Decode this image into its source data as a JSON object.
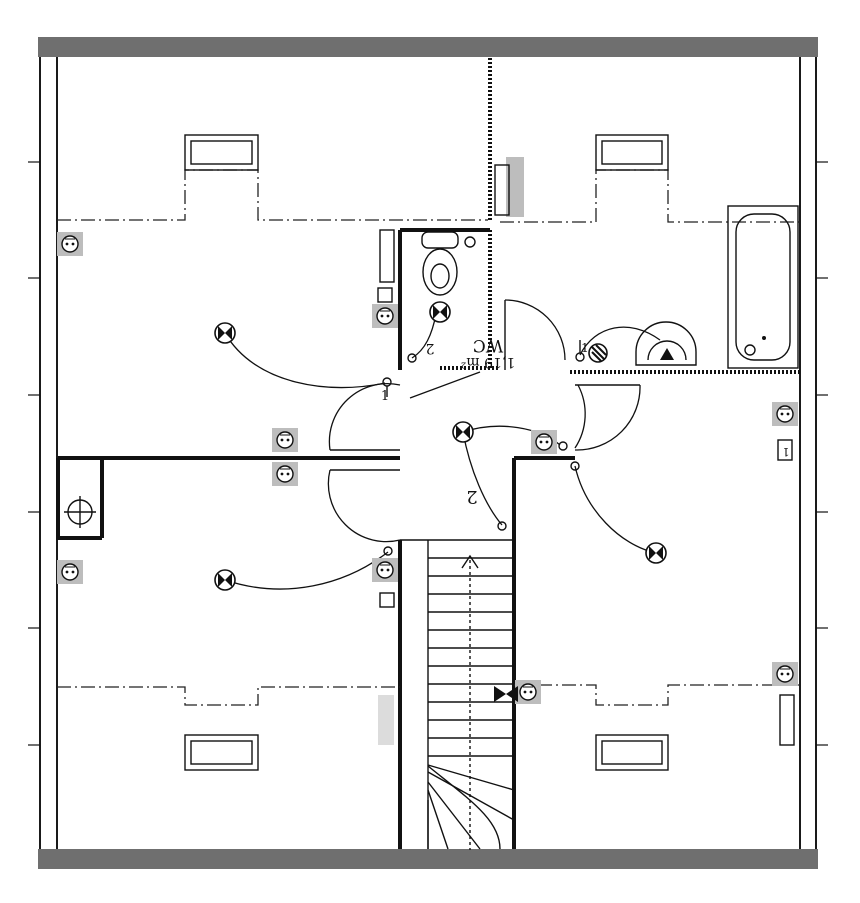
{
  "rooms": [
    {
      "id": "wc",
      "name": "WC",
      "area": "1,19 m²"
    }
  ],
  "circuit_labels": [
    "1",
    "2",
    "2",
    "1",
    "1"
  ],
  "colors": {
    "wall": "#111111",
    "roof_band": "#6f6f6f",
    "socket_shade": "#bdbdbd"
  },
  "icons": {
    "light_point": "ceiling-light-icon",
    "socket": "power-outlet-icon",
    "switch": "light-switch-icon",
    "radiator": "radiator-icon",
    "toilet": "toilet-icon",
    "bathtub": "bathtub-icon",
    "sink": "washbasin-icon",
    "window": "roof-window-icon",
    "stairs": "staircase-icon",
    "ventilation": "vmc-icon"
  }
}
